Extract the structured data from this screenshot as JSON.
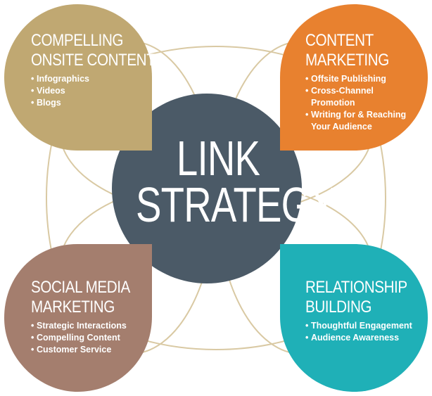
{
  "center": {
    "line1": "LINK",
    "line2": "STRATEGY"
  },
  "petals": {
    "top_left": {
      "title_line1": "COMPELLING",
      "title_line2": "ONSITE CONTENT",
      "items": [
        "Infographics",
        "Videos",
        "Blogs"
      ],
      "color": "#c0a872"
    },
    "top_right": {
      "title_line1": "CONTENT",
      "title_line2": "MARKETING",
      "items": [
        "Offsite Publishing",
        "Cross-Channel",
        "Promotion",
        "Writing for & Reaching",
        "Your Audience"
      ],
      "color": "#e8812f"
    },
    "bottom_left": {
      "title_line1": "SOCIAL MEDIA",
      "title_line2": "MARKETING",
      "items": [
        "Strategic Interactions",
        "Compelling Content",
        "Customer Service"
      ],
      "color": "#a47e6e"
    },
    "bottom_right": {
      "title_line1": "RELATIONSHIP",
      "title_line2": "BUILDING",
      "items": [
        "Thoughtful Engagement",
        "Audience Awareness"
      ],
      "color": "#1fb0b7"
    }
  },
  "colors": {
    "center_circle": "#4b5a67",
    "ring_lines": "#d9c9a3",
    "text": "#ffffff"
  }
}
